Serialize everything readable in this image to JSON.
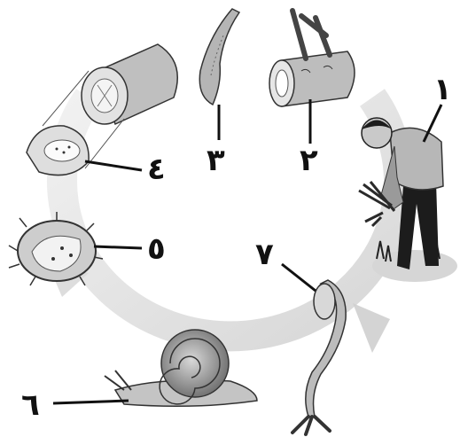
{
  "diagram": {
    "labels": [
      {
        "id": "1",
        "text": "١"
      },
      {
        "id": "2",
        "text": "٢"
      },
      {
        "id": "3",
        "text": "٣"
      },
      {
        "id": "4",
        "text": "٤"
      },
      {
        "id": "5",
        "text": "٥"
      },
      {
        "id": "6",
        "text": "٦"
      },
      {
        "id": "7",
        "text": "٧"
      }
    ]
  },
  "colors": {
    "cycle_arrow": "#dcdcdc",
    "ink": "#111111",
    "skin": "#e7e7e7",
    "mid_gray": "#9a9a9a",
    "dark_gray": "#555555"
  },
  "icons": [
    "cycle-arrow",
    "farmer",
    "vein-section",
    "adult-worm",
    "intestine-section",
    "egg-cell",
    "egg-with-miracidium",
    "snail",
    "cercaria"
  ]
}
